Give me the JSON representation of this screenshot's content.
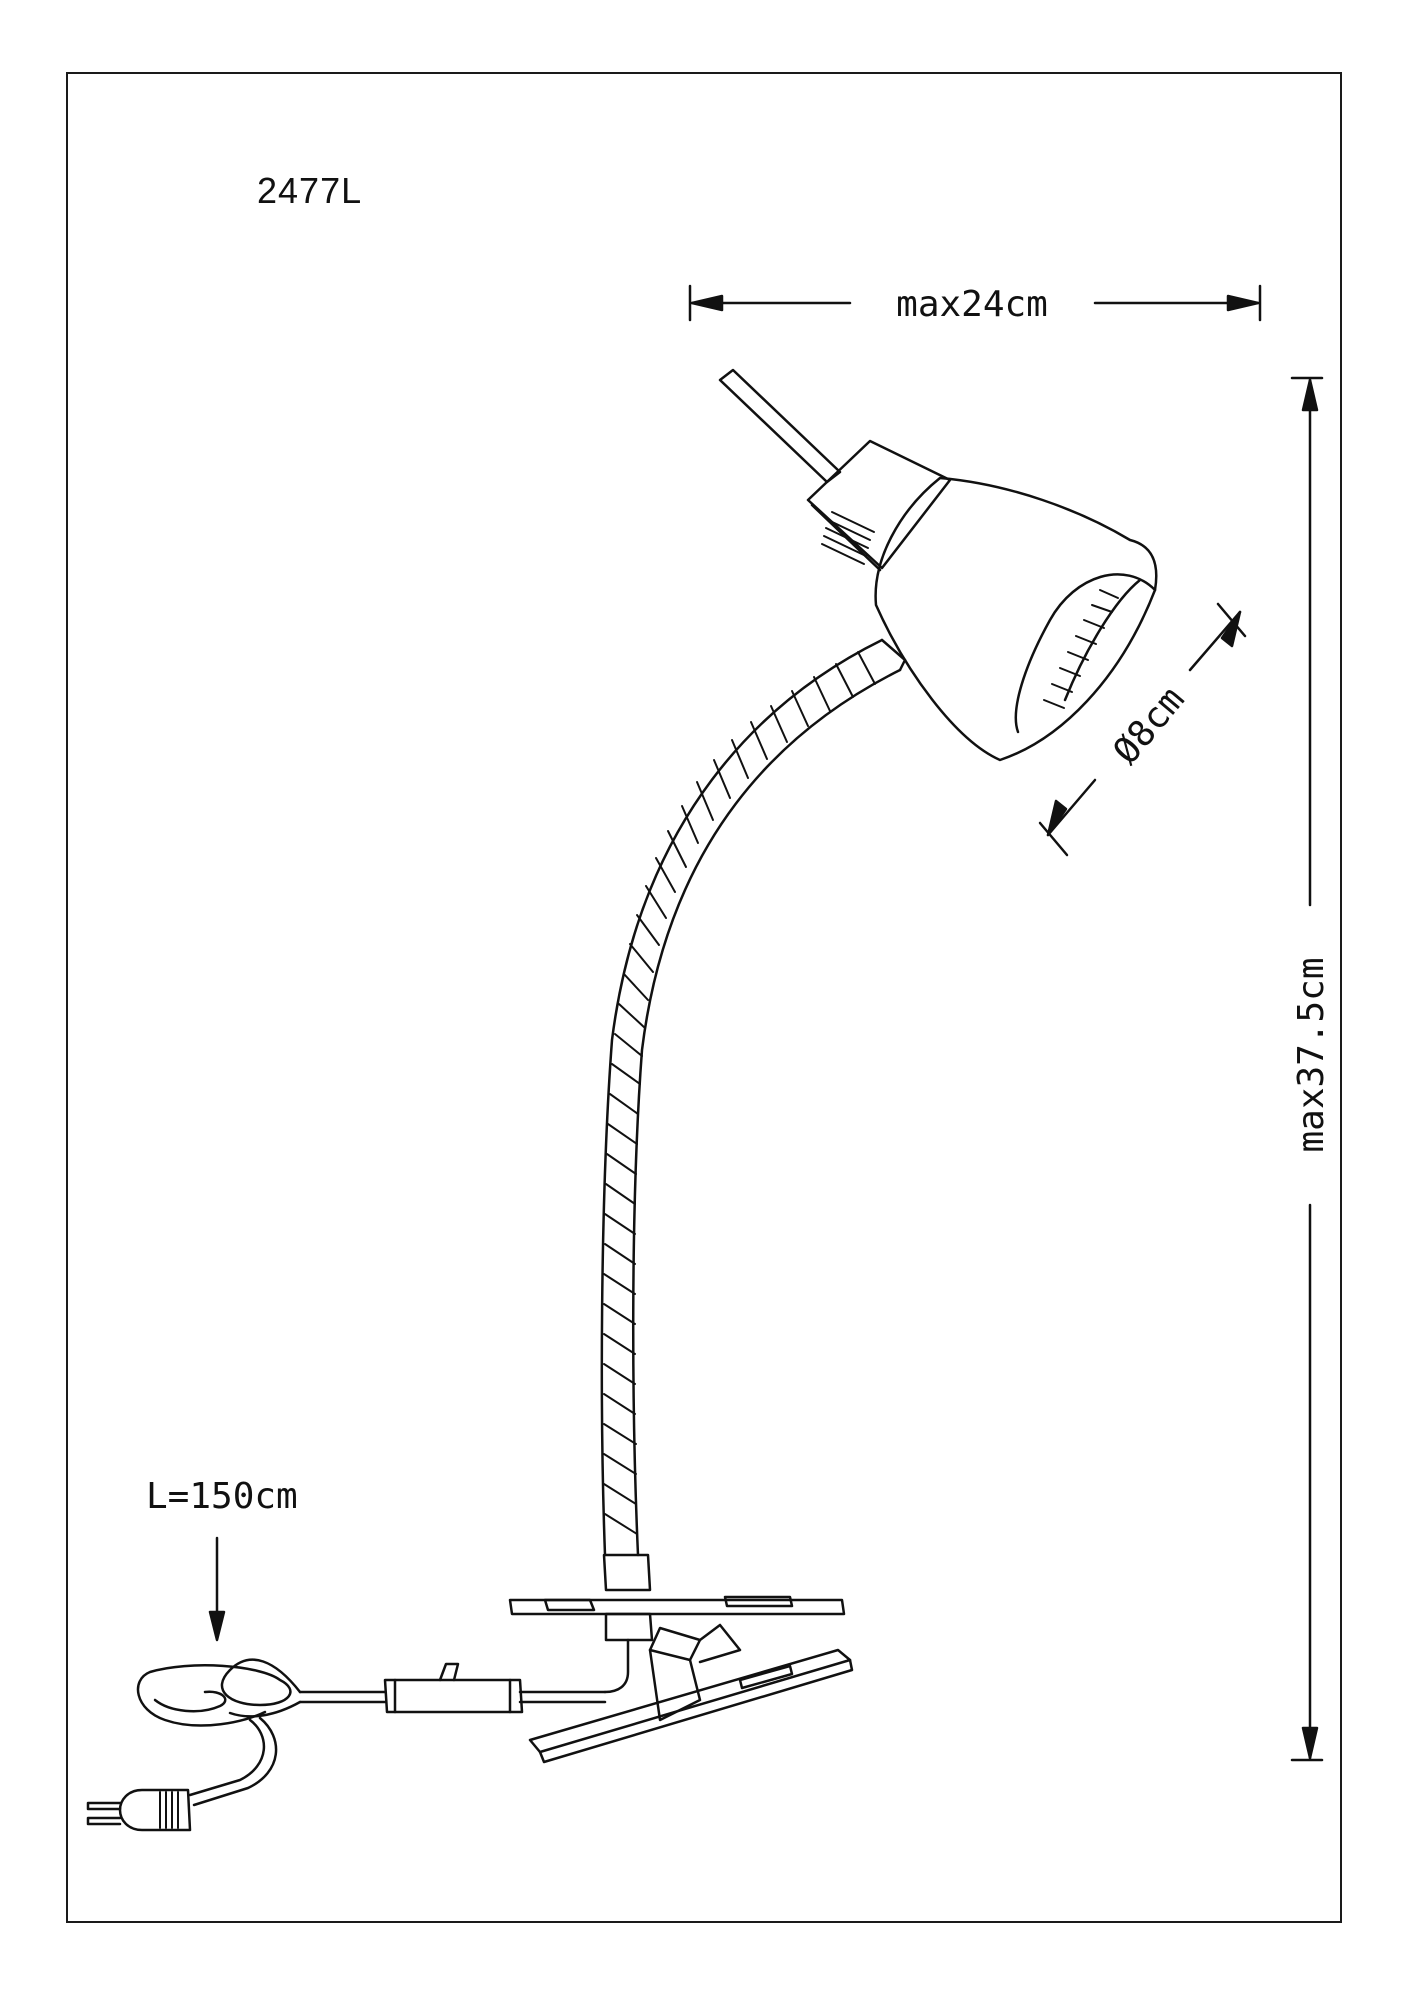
{
  "model_number": "2477L",
  "dimensions": {
    "width": "max24cm",
    "height": "max37.5cm",
    "shade_diameter": "Ø8cm",
    "cable_length": "L=150cm"
  }
}
